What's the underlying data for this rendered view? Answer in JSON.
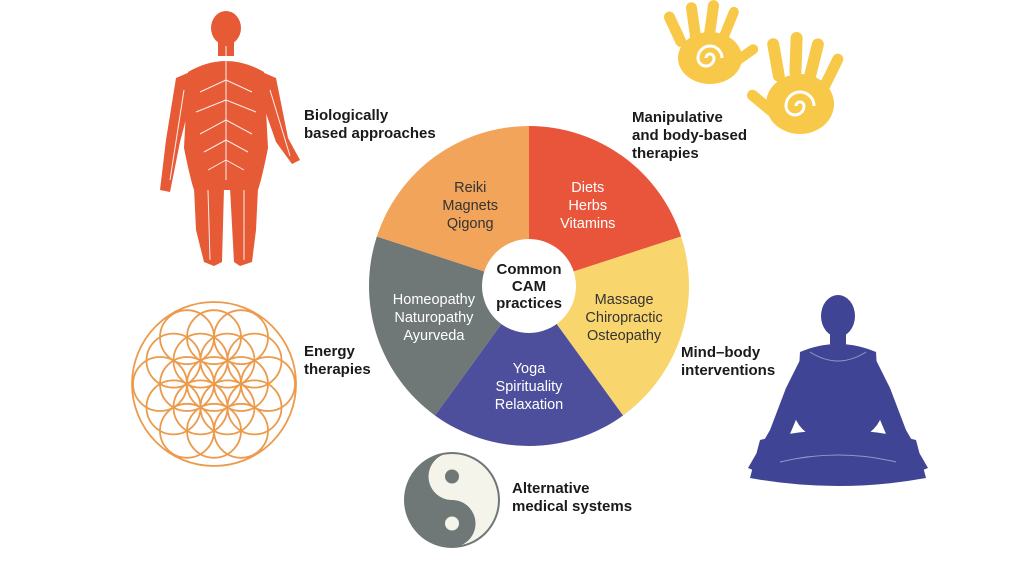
{
  "center": {
    "lines": [
      "Common",
      "CAM",
      "practices"
    ]
  },
  "segments": [
    {
      "id": "biological",
      "color": "#e8553b",
      "text_color": "#ffffff",
      "items": [
        "Diets",
        "Herbs",
        "Vitamins"
      ]
    },
    {
      "id": "manipulative",
      "color": "#f9d56e",
      "text_color": "#333333",
      "items": [
        "Massage",
        "Chiropractic",
        "Osteopathy"
      ]
    },
    {
      "id": "mind-body",
      "color": "#4e4f9c",
      "text_color": "#ffffff",
      "items": [
        "Yoga",
        "Spirituality",
        "Relaxation"
      ]
    },
    {
      "id": "alternative",
      "color": "#6f7876",
      "text_color": "#ffffff",
      "items": [
        "Homeopathy",
        "Naturopathy",
        "Ayurveda"
      ]
    },
    {
      "id": "energy",
      "color": "#f2a45a",
      "text_color": "#333333",
      "items": [
        "Reiki",
        "Magnets",
        "Qigong"
      ]
    }
  ],
  "categories": {
    "biological": [
      "Biologically",
      "based approaches"
    ],
    "manipulative": [
      "Manipulative",
      "and body-based",
      "therapies"
    ],
    "mind_body": [
      "Mind–body",
      "interventions"
    ],
    "energy": [
      "Energy",
      "therapies"
    ],
    "alternative": [
      "Alternative",
      "medical systems"
    ]
  },
  "icons": {
    "body": "human-nervous-system-icon",
    "hands": "healing-hands-icon",
    "flower": "flower-of-life-icon",
    "meditator": "meditating-person-icon",
    "yinyang": "yin-yang-icon"
  },
  "colors": {
    "body": "#e65a35",
    "hands": "#f8c948",
    "flower": "#ec9a4b",
    "meditator": "#3f4494",
    "yinyang": "#6f7876"
  }
}
